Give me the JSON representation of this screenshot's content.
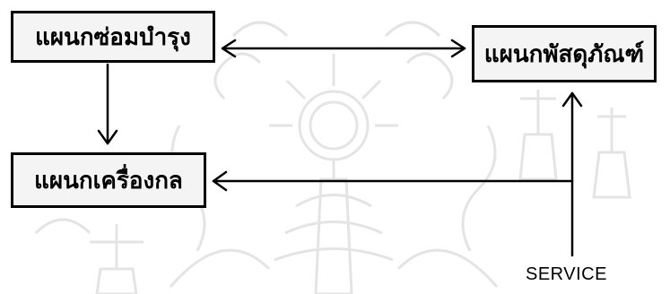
{
  "nodes": {
    "maintenance": "แผนกซ่อมบำรุง",
    "supplies": "แผนกพัสดุภัณฑ์",
    "machinery": "แผนกเครื่องกล"
  },
  "labels": {
    "service": "SERVICE"
  },
  "edges": [
    {
      "from": "maintenance",
      "to": "supplies",
      "direction": "both"
    },
    {
      "from": "maintenance",
      "to": "machinery",
      "direction": "forward"
    },
    {
      "from": "service",
      "to": "supplies",
      "direction": "forward"
    },
    {
      "from": "service",
      "to": "machinery",
      "direction": "forward"
    }
  ],
  "colors": {
    "line": "#000000",
    "box_fill": "#f4f4f4",
    "watermark": "#e4e4e4"
  }
}
